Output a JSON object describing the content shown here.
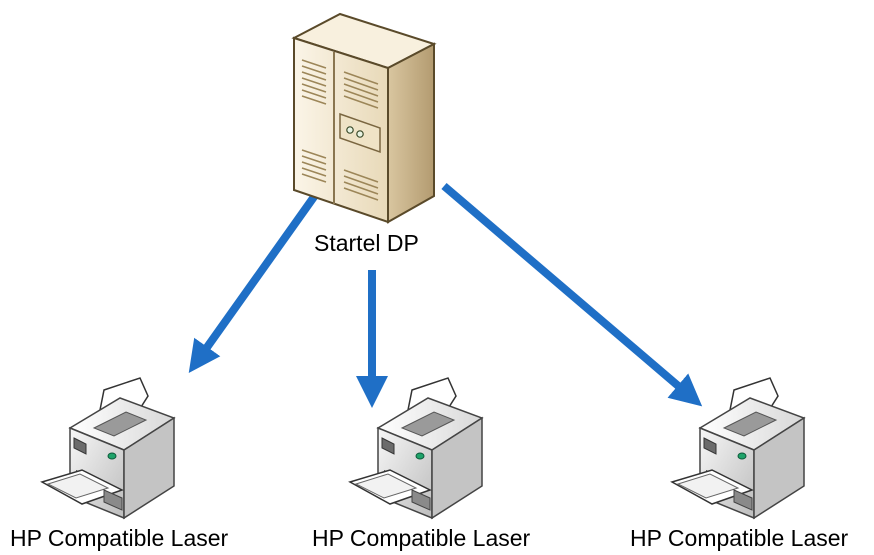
{
  "server": {
    "label": "Startel DP"
  },
  "printers": [
    {
      "label": "HP Compatible Laser"
    },
    {
      "label": "HP Compatible Laser"
    },
    {
      "label": "HP Compatible Laser"
    }
  ],
  "colors": {
    "arrow": "#1f6fc6",
    "server_face": "#f3e8cf",
    "server_side": "#c9b48f",
    "printer_body": "#e3e3e3",
    "printer_dark": "#5a5a5a",
    "indicator": "#1fa36a"
  },
  "icons": {
    "server": "server-tower-icon",
    "printer": "laser-printer-icon"
  }
}
